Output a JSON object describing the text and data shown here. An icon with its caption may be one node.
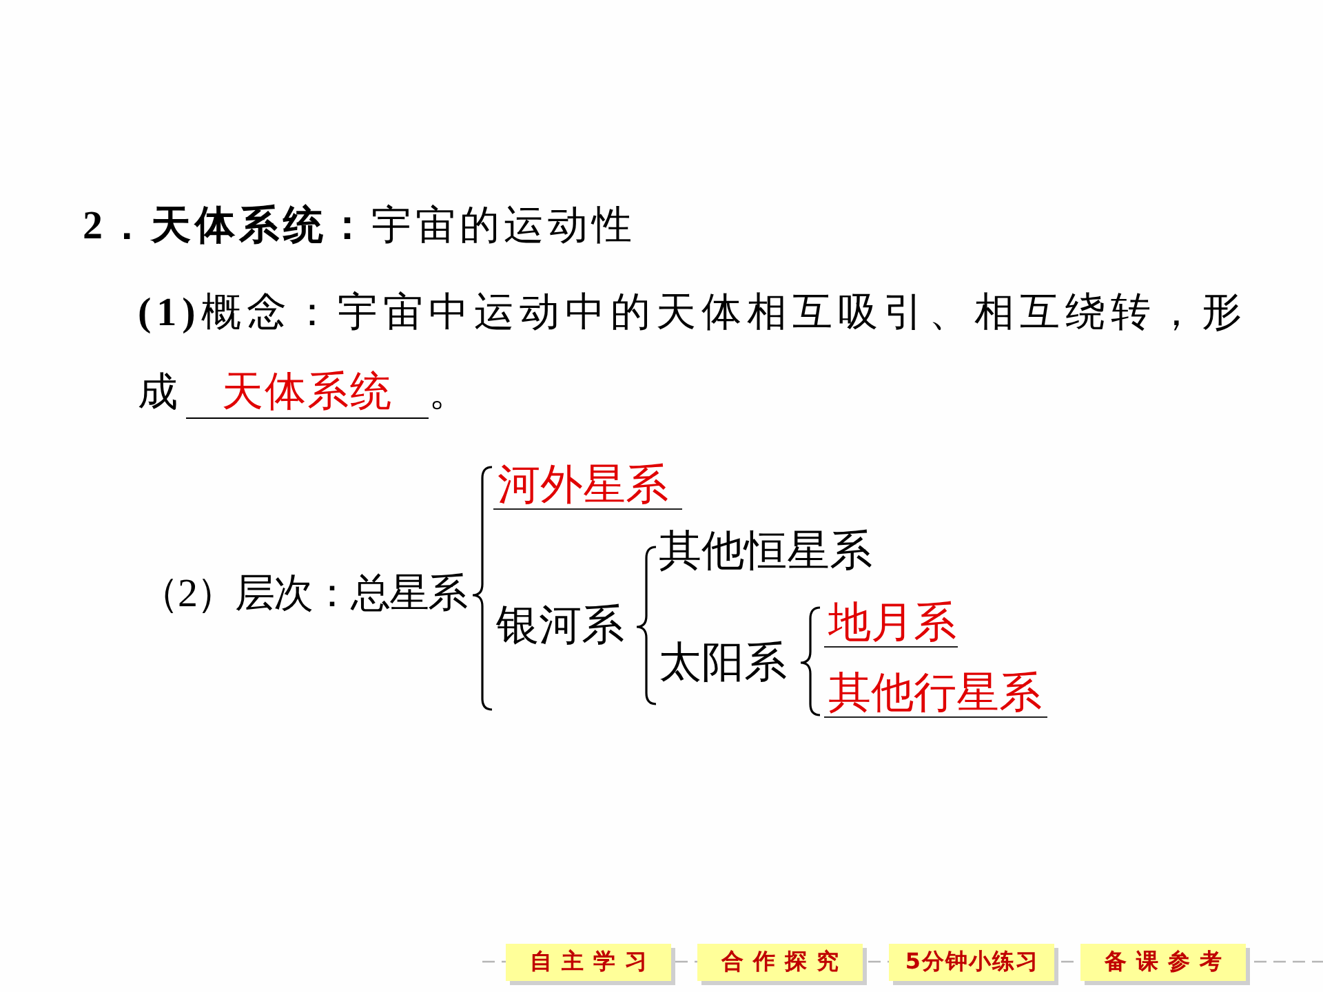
{
  "diagram": {
    "title": "**2．天体系统：**宇宙的运动性",
    "nodes": [
      {
        "text": [
          "自主学习"
        ]
      },
      {
        "text": [
          "合作探究"
        ]
      },
      {
        "text": [
          "5分钟小练习"
        ]
      },
      {
        "text": [
          "备课参考"
        ]
      }
    ],
    "labels": [
      "**(1)**概念：宇宙中运动中的天体相互吸引、相互绕转，形成",
      "天体系统",
      "。",
      "（2）层次：总星系",
      "河外星系",
      "银河系",
      "其他恒星系",
      "太阳系",
      "地月系",
      "其他行星系"
    ]
  }
}
